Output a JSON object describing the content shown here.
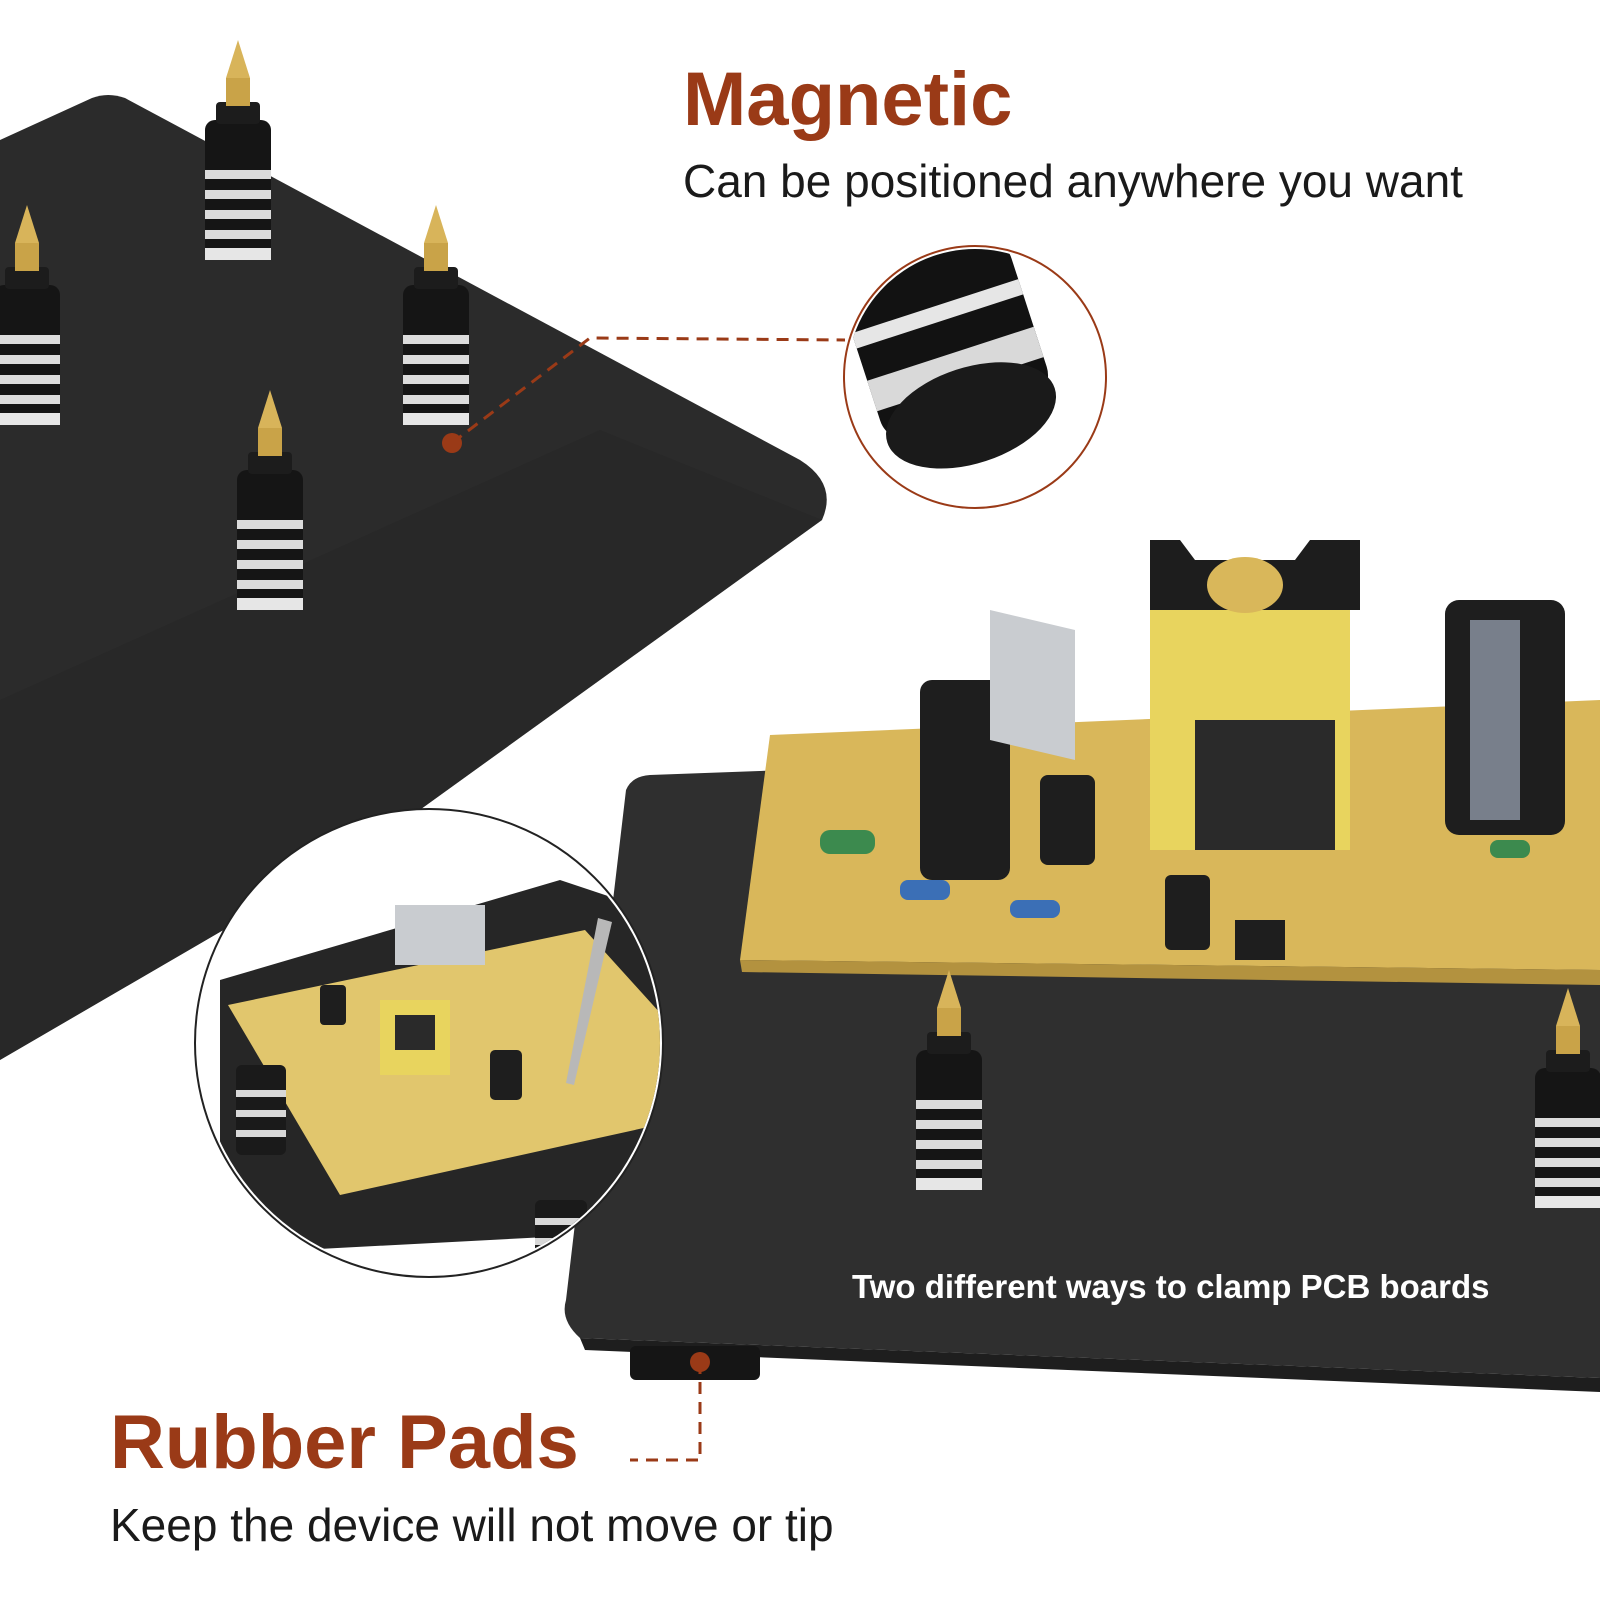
{
  "colors": {
    "accent": "#9a3a17",
    "plate": "#2b2b2b",
    "pcb": "#d9b75a",
    "brass": "#c9a348",
    "caption": "#ffffff"
  },
  "features": {
    "magnetic": {
      "title": "Magnetic",
      "subtitle": "Can be positioned anywhere you want"
    },
    "rubber_pads": {
      "title": "Rubber Pads",
      "subtitle": "Keep the device will not move or tip"
    }
  },
  "caption": "Two different ways to clamp PCB boards",
  "icons": [
    "magnetic-post-icon",
    "rubber-pad-icon",
    "zoom-circle-icon"
  ]
}
